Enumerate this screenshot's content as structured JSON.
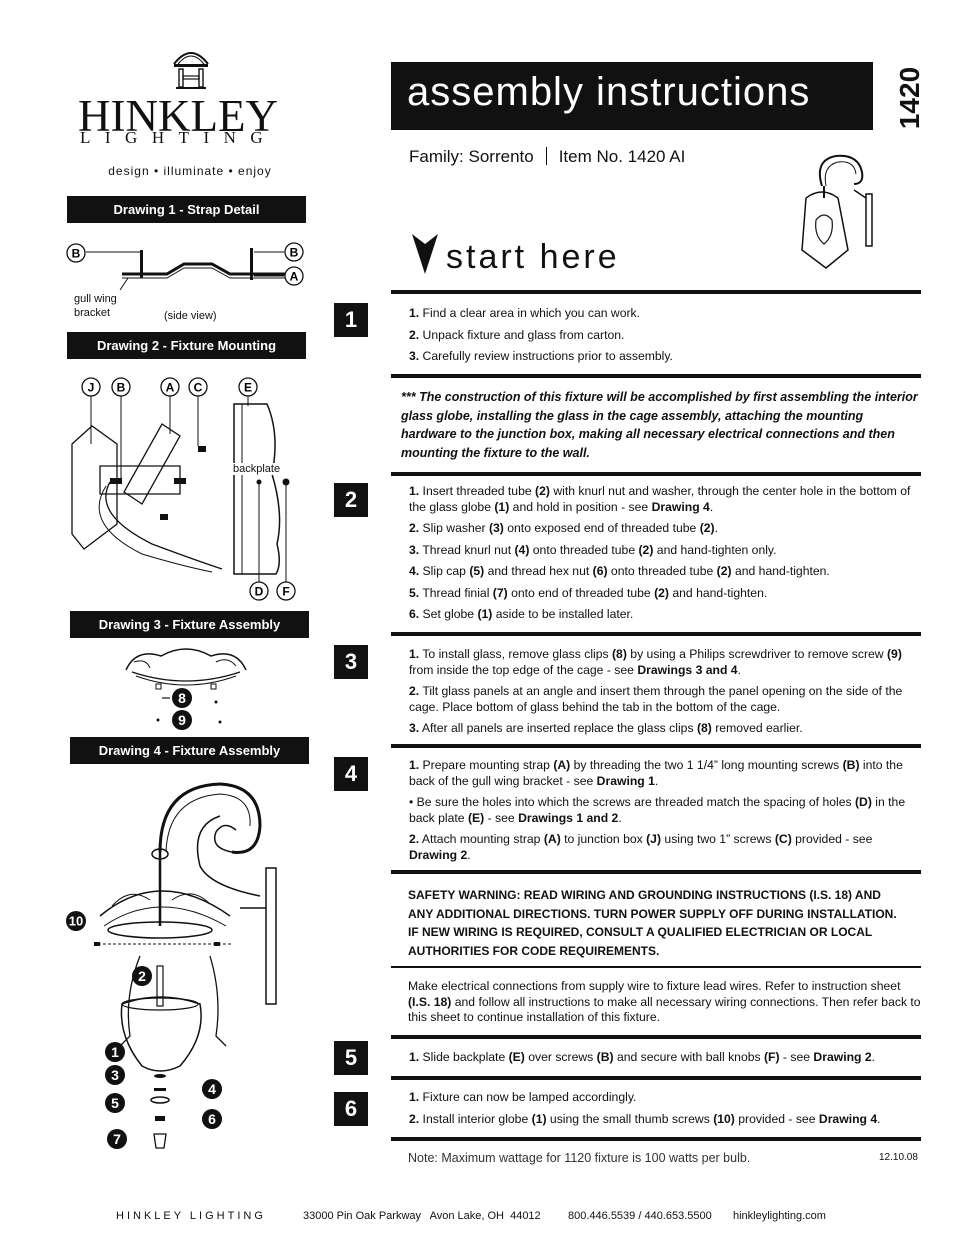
{
  "brand": {
    "name": "HINKLEY",
    "sub": "LIGHTING",
    "tagline": "design • illuminate • enjoy"
  },
  "header": {
    "title": "assembly instructions",
    "vertical_number": "1420",
    "family": "Family: Sorrento",
    "item": "Item No. 1420 AI",
    "start": "start here"
  },
  "drawings": {
    "d1": {
      "label": "Drawing 1 - Strap Detail",
      "gull_wing": "gull wing",
      "bracket": "bracket",
      "side_view": "(side view)",
      "B1": "B",
      "B2": "B",
      "A": "A"
    },
    "d2": {
      "label": "Drawing 2 - Fixture Mounting",
      "backplate": "backplate",
      "J": "J",
      "B": "B",
      "A": "A",
      "C": "C",
      "E": "E",
      "D": "D",
      "F": "F"
    },
    "d3": {
      "label": "Drawing 3 - Fixture Assembly",
      "n8": "8",
      "n9": "9"
    },
    "d4": {
      "label": "Drawing 4 - Fixture Assembly",
      "n10": "10",
      "n2": "2",
      "n1": "1",
      "n3": "3",
      "n4": "4",
      "n5": "5",
      "n6": "6",
      "n7": "7"
    }
  },
  "steps": {
    "s1": {
      "num": "1",
      "l1n": "1.",
      "l1": " Find a clear area in which you can work.",
      "l2n": "2.",
      "l2": " Unpack fixture and glass from carton.",
      "l3n": "3.",
      "l3": " Carefully review instructions prior to assembly."
    },
    "note": "*** The construction of this fixture will be accomplished by first assembling the interior glass globe, installing the glass in the cage assembly, attaching the mounting hardware to the junction box, making all necessary electrical connections and then mounting the fixture to the wall.",
    "s2": {
      "num": "2"
    },
    "s3": {
      "num": "3"
    },
    "s4": {
      "num": "4"
    },
    "warning": "SAFETY WARNING: READ WIRING AND GROUNDING INSTRUCTIONS (I.S. 18) AND ANY ADDITIONAL DIRECTIONS. TURN POWER SUPPLY OFF DURING INSTALLATION. IF NEW WIRING IS REQUIRED, CONSULT A QUALIFIED ELECTRICIAN OR LOCAL AUTHORITIES FOR CODE REQUIREMENTS.",
    "s5": {
      "num": "5"
    },
    "s6": {
      "num": "6"
    }
  },
  "note_bottom": "Note: Maximum wattage for 1120 fixture is 100 watts per bulb.",
  "date": "12.10.08",
  "footer": {
    "company": "HINKLEY LIGHTING",
    "address": "33000 Pin Oak Parkway   Avon Lake, OH  44012",
    "phone": "800.446.5539 / 440.653.5500",
    "web": "hinkleylighting.com"
  },
  "rich": {
    "s2_1": "<b>1.</b> Insert threaded tube <b>(2)</b> with knurl nut and washer, through the center hole in the bottom of the glass globe <b>(1)</b> and hold in position - see <b>Drawing 4</b>.",
    "s2_2": "<b>2.</b> Slip washer <b>(3)</b> onto exposed end of threaded tube <b>(2)</b>.",
    "s2_3": "<b>3.</b> Thread knurl nut <b>(4)</b> onto threaded tube <b>(2)</b> and hand-tighten only.",
    "s2_4": "<b>4.</b> Slip cap <b>(5)</b> and thread hex nut <b>(6)</b> onto threaded tube <b>(2)</b> and hand-tighten.",
    "s2_5": "<b>5.</b> Thread finial <b>(7)</b> onto end of threaded tube <b>(2)</b> and hand-tighten.",
    "s2_6": "<b>6.</b> Set globe <b>(1)</b> aside to be installed later.",
    "s3_1": "<b>1.</b> To install glass, remove glass clips <b>(8)</b> by using a Philips screwdriver to remove screw <b>(9)</b> from inside the top edge of the cage - see <b>Drawings 3 and 4</b>.",
    "s3_2": "<b>2.</b> Tilt glass panels at an angle and insert them through the panel opening on the side of the cage. Place bottom of glass behind the tab in the bottom of the cage.",
    "s3_3": "<b>3.</b> After all panels are inserted replace the glass clips <b>(8)</b> removed earlier.",
    "s4_1": "<b>1.</b> Prepare mounting strap <b>(A)</b> by threading the two 1 1/4” long mounting screws <b>(B)</b> into the back of the gull wing bracket - see <b>Drawing 1</b>.",
    "s4_2": "• Be sure the holes into which the screws are threaded match the spacing of holes <b>(D)</b> in the back plate <b>(E)</b> - see <b>Drawings 1 and 2</b>.",
    "s4_3": "<b>2.</b> Attach mounting strap <b>(A)</b> to junction box <b>(J)</b> using two 1” screws <b>(C)</b> provided - see <b>Drawing 2</b>.",
    "elec": "Make electrical connections from supply wire to fixture lead wires. Refer to instruction sheet <b>(I.S. 18)</b> and follow all instructions to make all necessary wiring connections. Then refer back to this sheet to continue installation of this fixture.",
    "s5_1": "<b>1.</b> Slide backplate <b>(E)</b> over screws <b>(B)</b> and secure with ball knobs <b>(F)</b> - see <b>Drawing 2</b>.",
    "s6_1": "<b>1.</b> Fixture can now be lamped accordingly.",
    "s6_2": "<b>2.</b> Install interior globe <b>(1)</b> using the small thumb screws <b>(10)</b> provided - see <b>Drawing 4</b>."
  }
}
